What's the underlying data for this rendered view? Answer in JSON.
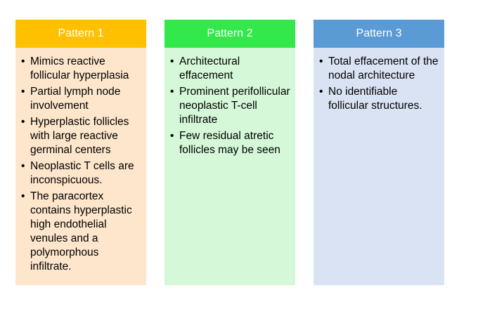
{
  "colors": {
    "pattern1_header": "#FFC000",
    "pattern1_body": "#FDE6CC",
    "pattern2_header": "#33E84B",
    "pattern2_body": "#D5F8D8",
    "pattern3_header": "#5B9BD5",
    "pattern3_body": "#DAE3F3"
  },
  "patterns": [
    {
      "title": "Pattern 1",
      "items": [
        " Mimics reactive follicular hyperplasia",
        " Partial lymph node involvement",
        " Hyperplastic follicles with large reactive germinal centers",
        "Neoplastic T cells are inconspicuous.",
        "The paracortex contains hyperplastic high endothelial venules and a polymorphous infiltrate."
      ]
    },
    {
      "title": "Pattern 2",
      "items": [
        " Architectural effacement",
        "Prominent perifollicular neoplastic T-cell infiltrate",
        "Few residual atretic follicles may be seen"
      ]
    },
    {
      "title": "Pattern 3",
      "items": [
        "Total effacement of the nodal architecture",
        "No identifiable follicular structures."
      ]
    }
  ]
}
